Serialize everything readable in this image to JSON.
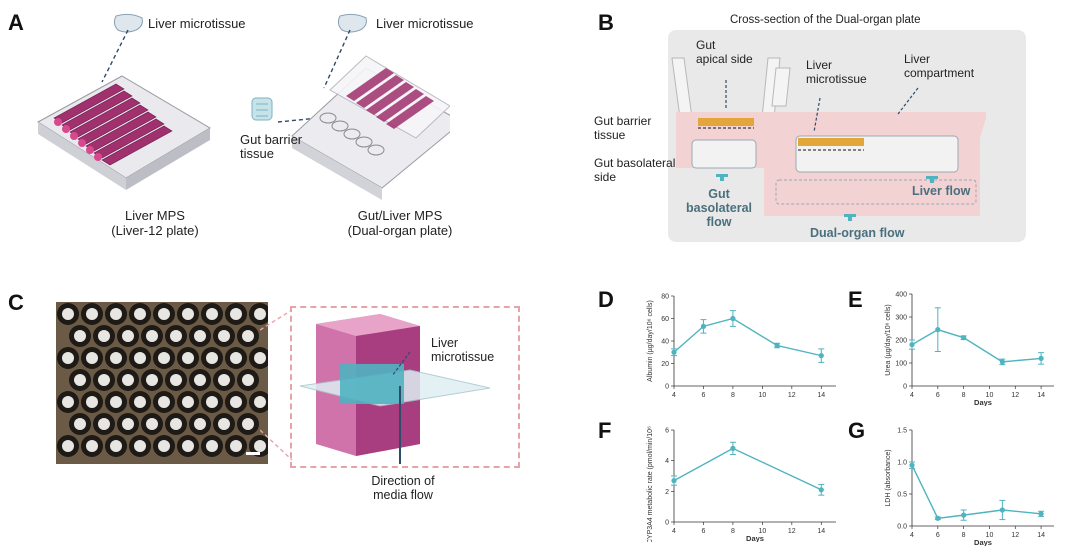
{
  "panels": {
    "A": {
      "letter": "A",
      "liver_microtissue_1": "Liver microtissue",
      "liver_microtissue_2": "Liver microtissue",
      "gut_barrier": "Gut barrier\ntissue",
      "left_caption": "Liver MPS\n(Liver-12 plate)",
      "right_caption": "Gut/Liver MPS\n(Dual-organ plate)"
    },
    "B": {
      "letter": "B",
      "title": "Cross-section of the Dual-organ plate",
      "gut_apical": "Gut\napical side",
      "liver_microtissue": "Liver\nmicrotissue",
      "liver_compartment": "Liver\ncompartment",
      "gut_barrier_tissue": "Gut barrier\ntissue",
      "gut_basolateral_side": "Gut basolateral\nside",
      "gut_basolateral_flow": "Gut\nbasolateral\nflow",
      "liver_flow": "Liver flow",
      "dual_organ_flow": "Dual-organ flow"
    },
    "C": {
      "letter": "C",
      "liver_microtissue": "Liver\nmicrotissue",
      "direction": "Direction of\nmedia flow"
    }
  },
  "colors": {
    "accent": "#4fb3c0",
    "pink_flow": "#f3d2d4",
    "plate_magenta": "#a0306e",
    "flow_label": "#4a6f7d"
  },
  "chart_data": [
    {
      "id": "D",
      "type": "line",
      "letter": "D",
      "ylabel": "Albumin (µg/day/10⁶ cells)",
      "xlabel": "",
      "x": [
        4,
        6,
        8,
        11,
        14
      ],
      "values": [
        30,
        53,
        60,
        36,
        27
      ],
      "err": [
        3,
        6,
        7,
        2,
        6
      ],
      "xlim": [
        4,
        15
      ],
      "ylim": [
        0,
        80
      ],
      "xticks": [
        4,
        6,
        8,
        10,
        12,
        14
      ],
      "yticks": [
        0,
        20,
        40,
        60,
        80
      ]
    },
    {
      "id": "E",
      "type": "line",
      "letter": "E",
      "ylabel": "Urea (µg/day/10⁶ cells)",
      "xlabel": "Days",
      "x": [
        4,
        6,
        8,
        11,
        14
      ],
      "values": [
        180,
        245,
        210,
        105,
        120
      ],
      "err": [
        20,
        95,
        8,
        12,
        25
      ],
      "xlim": [
        4,
        15
      ],
      "ylim": [
        0,
        400
      ],
      "xticks": [
        4,
        6,
        8,
        10,
        12,
        14
      ],
      "yticks": [
        0,
        100,
        200,
        300,
        400
      ]
    },
    {
      "id": "F",
      "type": "line",
      "letter": "F",
      "ylabel": "CYP3A4 metabolic rate (pmol/min/10⁶ cells)",
      "xlabel": "Days",
      "x": [
        4,
        8,
        14
      ],
      "values": [
        2.7,
        4.8,
        2.1
      ],
      "err": [
        0.3,
        0.4,
        0.35
      ],
      "xlim": [
        4,
        15
      ],
      "ylim": [
        0,
        6
      ],
      "xticks": [
        4,
        6,
        8,
        10,
        12,
        14
      ],
      "yticks": [
        0,
        2,
        4,
        6
      ]
    },
    {
      "id": "G",
      "type": "line",
      "letter": "G",
      "ylabel": "LDH (absorbance)",
      "xlabel": "Days",
      "x": [
        4,
        6,
        8,
        11,
        14
      ],
      "values": [
        0.95,
        0.12,
        0.17,
        0.25,
        0.19
      ],
      "err": [
        0.05,
        0.02,
        0.08,
        0.15,
        0.04
      ],
      "xlim": [
        4,
        15
      ],
      "ylim": [
        0,
        1.5
      ],
      "xticks": [
        4,
        6,
        8,
        10,
        12,
        14
      ],
      "yticks": [
        0,
        0.5,
        1.0,
        1.5
      ],
      "ytick_labels": [
        "0.0",
        "0.5",
        "1.0",
        "1.5"
      ]
    }
  ]
}
